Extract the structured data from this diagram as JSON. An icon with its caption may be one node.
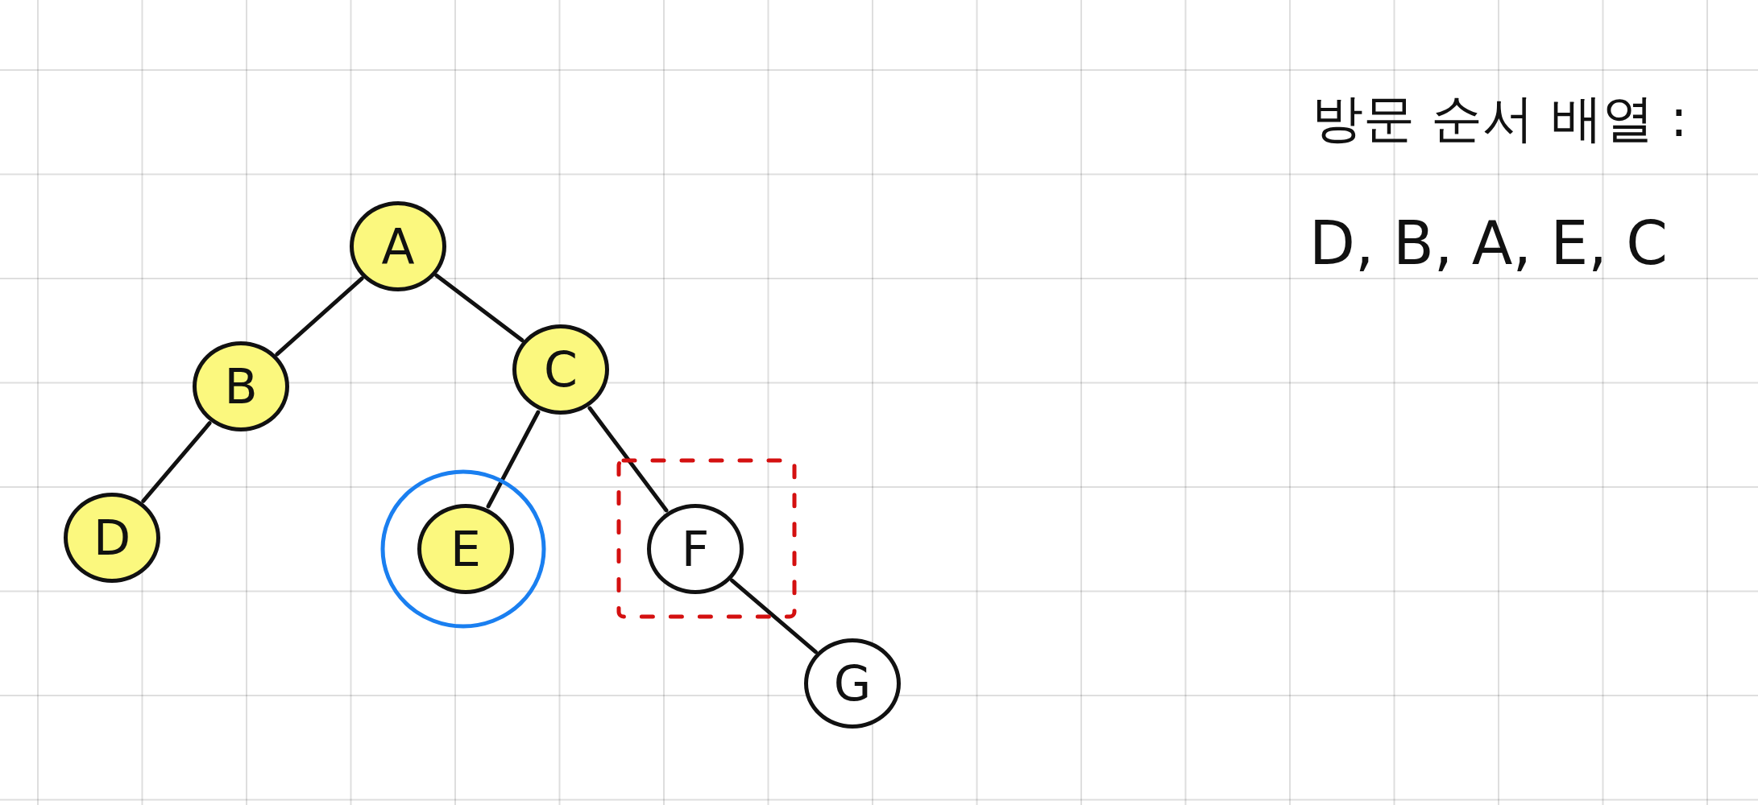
{
  "diagram": {
    "nodes": [
      {
        "text": [
          "A"
        ]
      },
      {
        "text": [
          "B"
        ]
      },
      {
        "text": [
          "C"
        ]
      },
      {
        "text": [
          "D"
        ]
      },
      {
        "text": [
          "E"
        ]
      },
      {
        "text": [
          "F"
        ]
      },
      {
        "text": [
          "G"
        ]
      }
    ],
    "edges": [
      {
        "from": 0,
        "to": 1,
        "arrow": "none"
      },
      {
        "from": 0,
        "to": 2,
        "arrow": "none"
      },
      {
        "from": 1,
        "to": 3,
        "arrow": "none"
      },
      {
        "from": 2,
        "to": 4,
        "arrow": "none"
      },
      {
        "from": 2,
        "to": 5,
        "arrow": "none"
      },
      {
        "from": 5,
        "to": 6,
        "arrow": "none"
      }
    ],
    "labels": [
      "방문 순서 배열 :",
      "D, B, A, E, C"
    ]
  }
}
